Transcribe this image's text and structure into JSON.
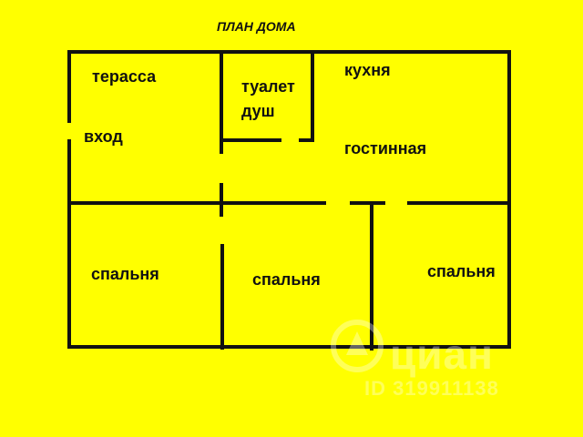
{
  "title": "ПЛАН ДОМА",
  "rooms": {
    "terrace": "терасса",
    "entrance": "вход",
    "toilet": "туалет",
    "shower": "душ",
    "kitchen": "кухня",
    "living_room": "гостинная",
    "bedroom_1": "спальня",
    "bedroom_2": "спальня",
    "bedroom_3": "спальня"
  },
  "watermark": {
    "brand": "циан",
    "id": "ID 319911138"
  },
  "colors": {
    "background": "#ffff00",
    "walls": "#111111",
    "text": "#111111",
    "watermark": "#ffffff"
  }
}
